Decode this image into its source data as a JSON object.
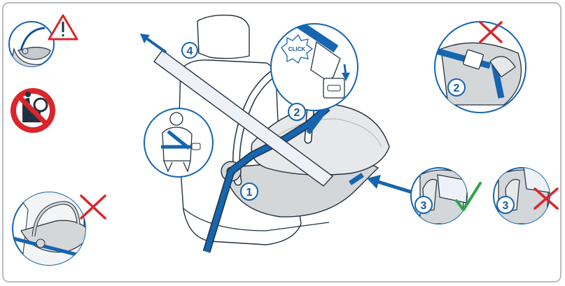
{
  "colors": {
    "belt_blue": "#1565b0",
    "line_dark": "#22313f",
    "seat_gray": "#d4d7da",
    "seat_light": "#f3f4f5",
    "outline_gray": "#b9bcc0",
    "warn_red": "#d9262b",
    "check_green": "#2fa64a"
  },
  "icons": {
    "warning": "warning-triangle-icon",
    "prohibited": "no-airbag-icon",
    "incorrect": "red-x-icon",
    "correct": "green-check-icon",
    "direction": "arrow-icon"
  },
  "steps": {
    "step1": "1",
    "step2_main": "2",
    "step2_detail": "2",
    "step3_correct": "3",
    "step3_incorrect": "3",
    "step4": "4"
  },
  "click_label": "CLICK"
}
